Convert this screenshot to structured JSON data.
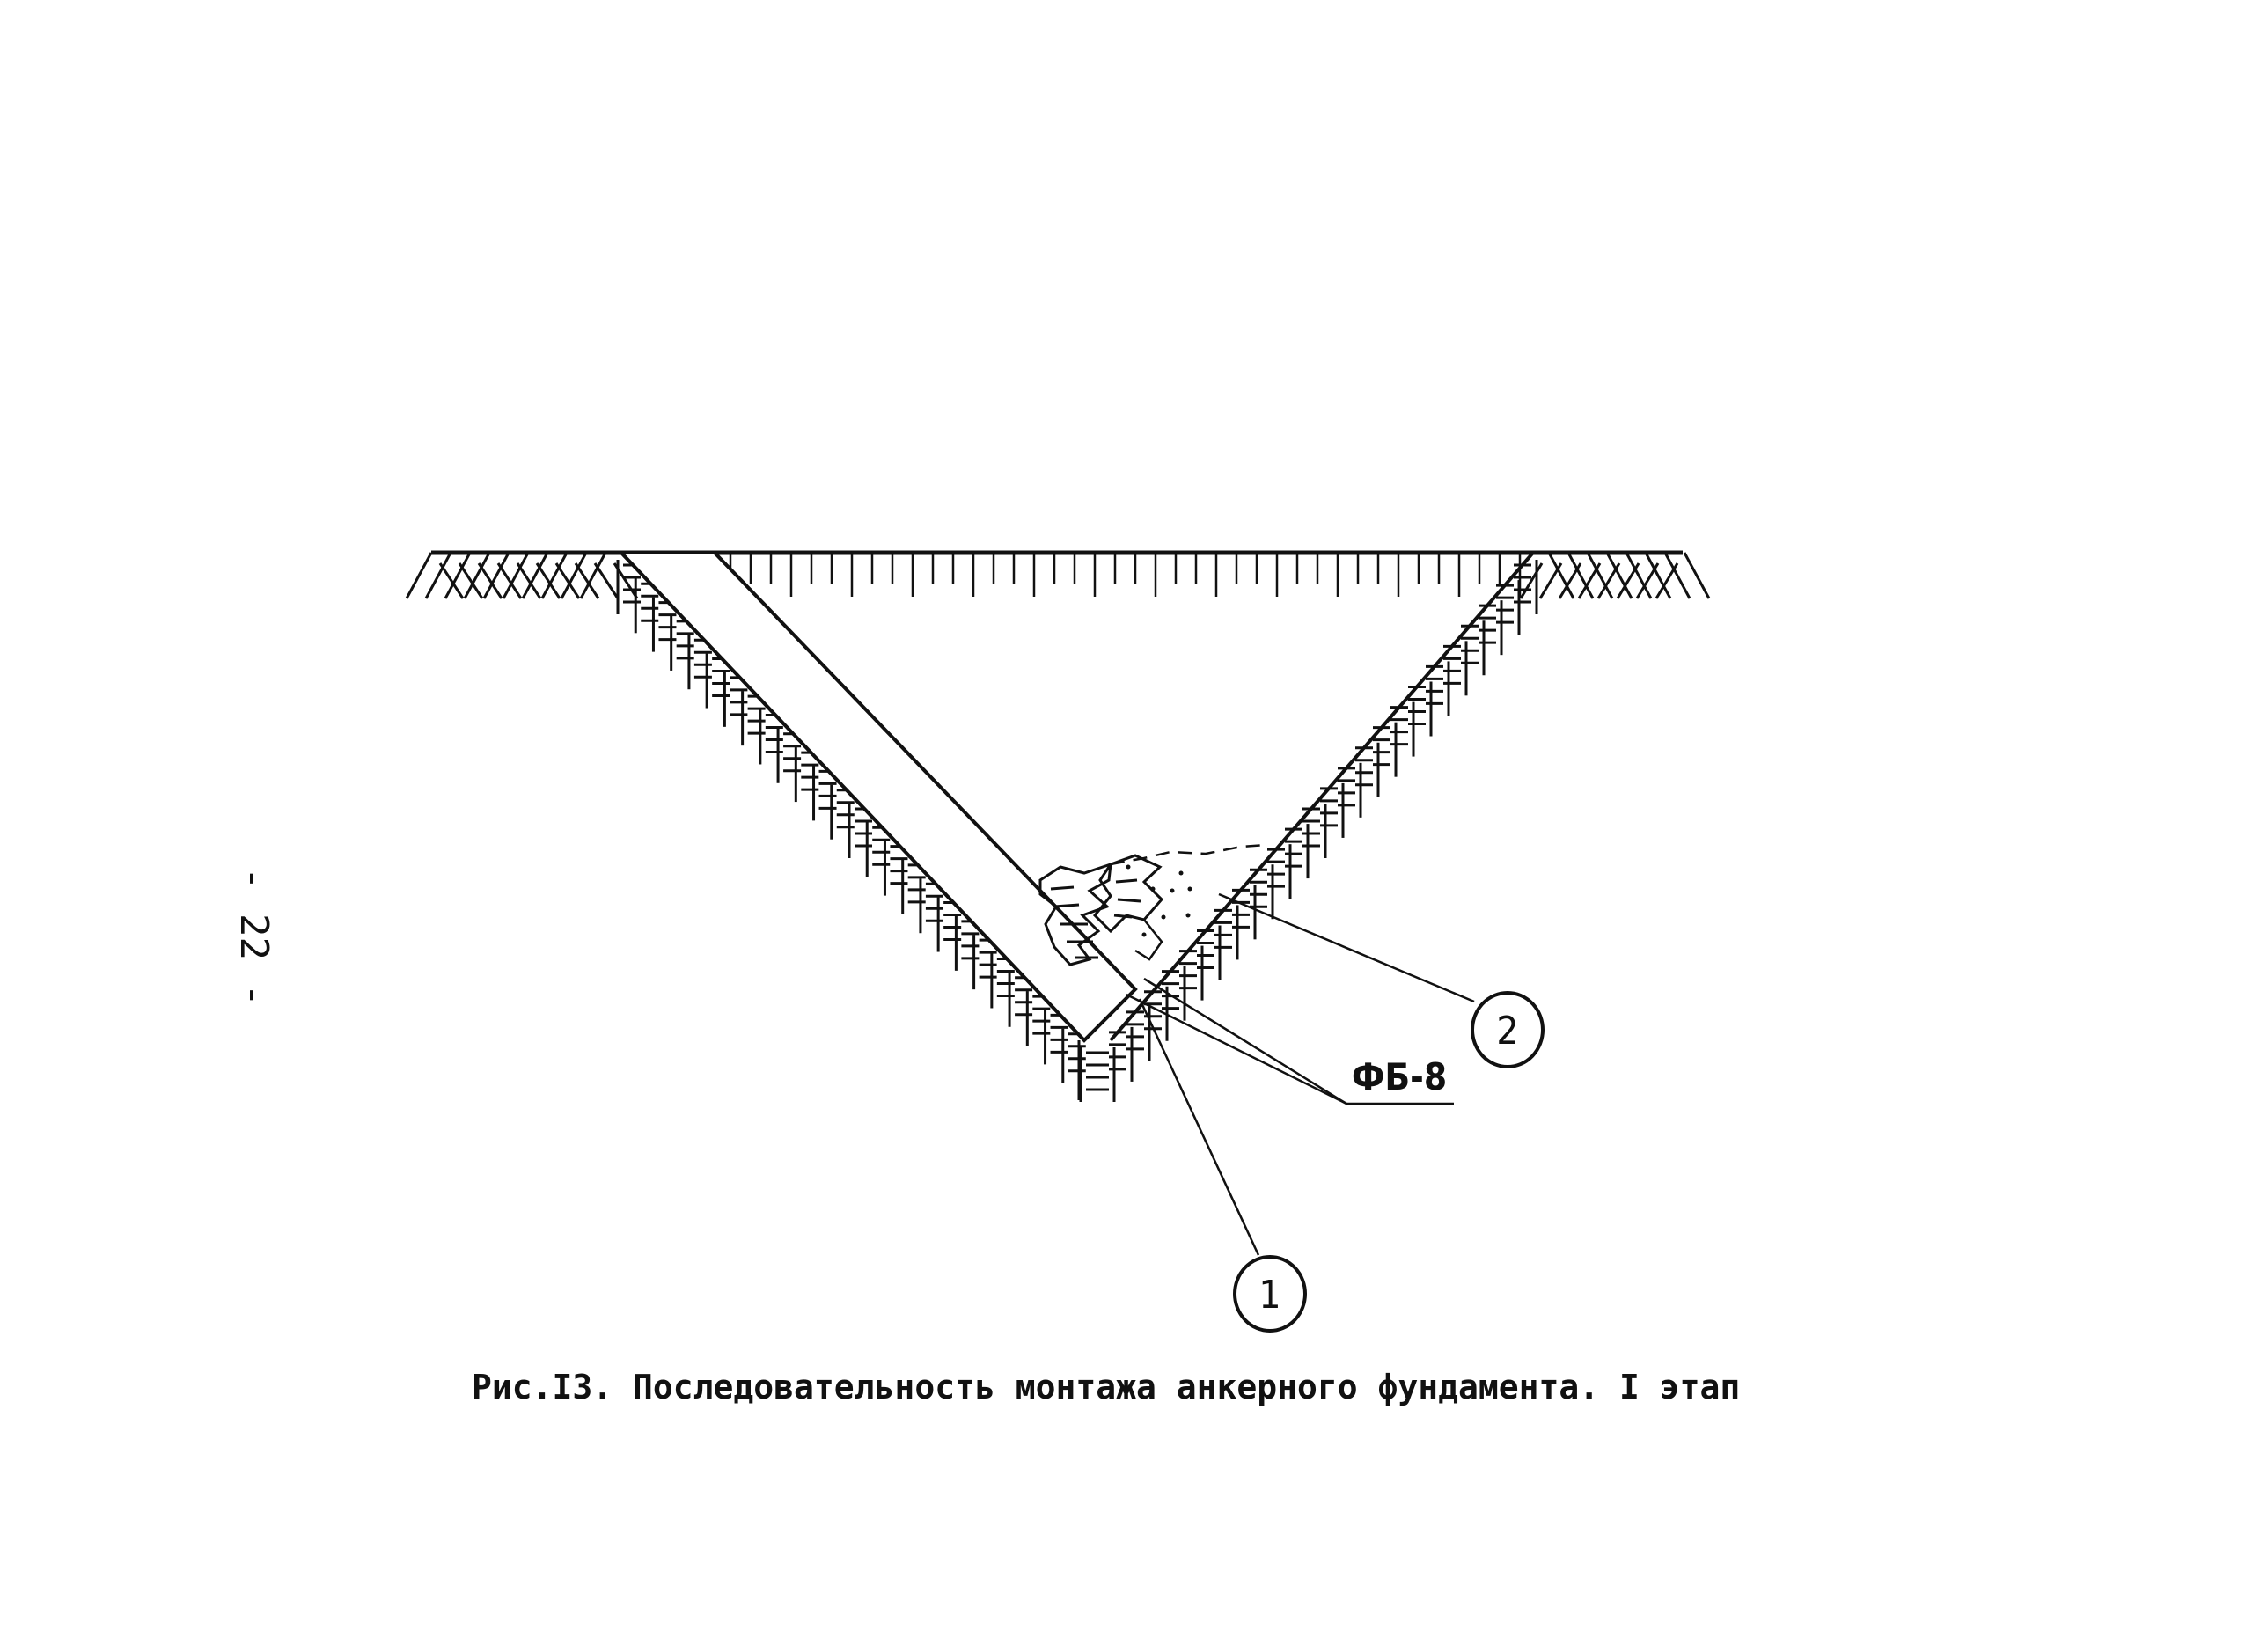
{
  "page_number": "- 22 -",
  "figure": {
    "caption": "Рис.I3. Последовательность монтажа анкерного фундамента. I этап"
  },
  "callouts": [
    {
      "id": "1",
      "label": "1"
    },
    {
      "id": "2",
      "label": "2"
    }
  ],
  "part_label": "ФБ-8",
  "colors": {
    "ink": "#111111",
    "paper": "#ffffff"
  }
}
